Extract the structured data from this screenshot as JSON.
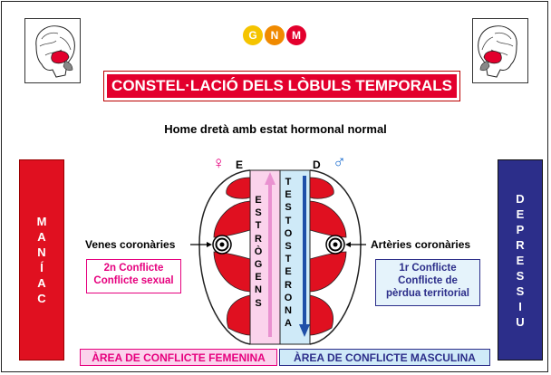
{
  "logo": [
    "G",
    "N",
    "M"
  ],
  "title": "CONSTEL·LACIÓ DELS LÒBULS TEMPORALS",
  "subtitle": "Home dretà amb estat hormonal normal",
  "left_bar": [
    "M",
    "A",
    "N",
    "Í",
    "A",
    "C"
  ],
  "right_bar": [
    "D",
    "E",
    "P",
    "R",
    "E",
    "S",
    "S",
    "I",
    "U"
  ],
  "left_hemisphere_label": "E",
  "right_hemisphere_label": "D",
  "female_symbol": "♀",
  "male_symbol": "♂",
  "estrogens": [
    "E",
    "S",
    "T",
    "R",
    "Ò",
    "G",
    "E",
    "N",
    "S"
  ],
  "testosterona": [
    "T",
    "E",
    "S",
    "T",
    "O",
    "S",
    "T",
    "E",
    "R",
    "O",
    "N",
    "A"
  ],
  "left_vessel": "Venes coronàries",
  "right_vessel": "Artèries coronàries",
  "left_conflict": [
    "2n Conflicte",
    "Conflicte sexual"
  ],
  "right_conflict": [
    "1r Conflicte",
    "Conflicte de",
    "pèrdua territorial"
  ],
  "area_female": "ÀREA DE CONFLICTE FEMENINA",
  "area_male": "ÀREA DE CONFLICTE MASCULINA",
  "colors": {
    "red": "#e3002d",
    "blue": "#2c2e8a",
    "pink": "#e6007e",
    "light_pink": "#fbd3ec",
    "light_blue": "#cfeaf8"
  }
}
